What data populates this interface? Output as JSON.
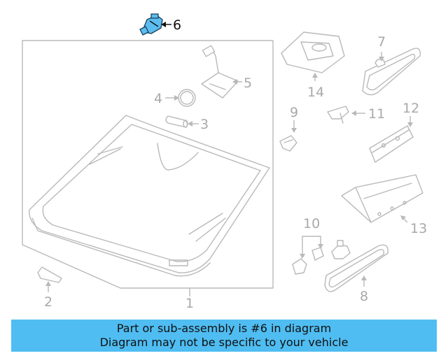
{
  "callouts": [
    "1",
    "2",
    "3",
    "4",
    "5",
    "6",
    "7",
    "8",
    "9",
    "10",
    "11",
    "12",
    "13",
    "14"
  ],
  "highlight_color": "#4fbdf2",
  "footer": {
    "line1": "Part or sub-assembly is #6 in diagram",
    "line2": "Diagram may not be specific to your vehicle"
  }
}
